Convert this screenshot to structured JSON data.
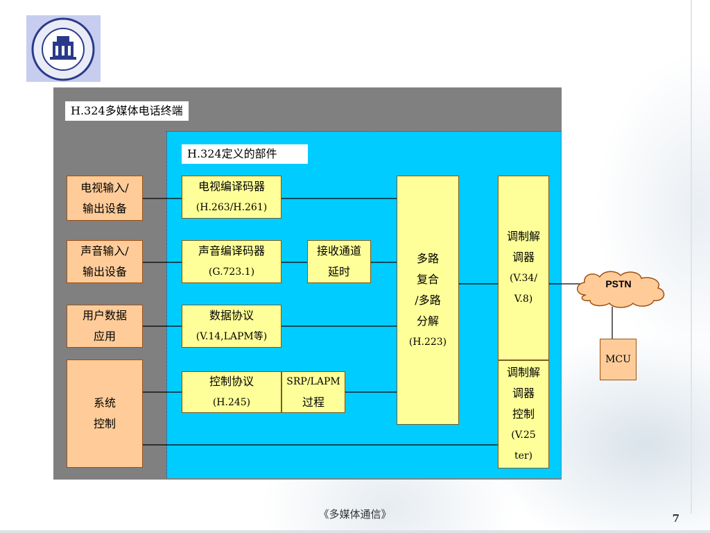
{
  "diagram": {
    "outer_title": "H.324多媒体电话终端",
    "inner_title": "H.324定义的部件",
    "devices": [
      {
        "lines": [
          "电视输入/",
          "输出设备"
        ]
      },
      {
        "lines": [
          "声音输入/",
          "输出设备"
        ]
      },
      {
        "lines": [
          "用户数据",
          "应用"
        ]
      },
      {
        "lines": [
          "系统",
          "控制"
        ]
      }
    ],
    "video_codec": {
      "lines": [
        "电视编译码器",
        "(H.263/H.261)"
      ]
    },
    "audio_codec": {
      "lines": [
        "声音编译码器",
        "(G.723.1)"
      ]
    },
    "receive_delay": {
      "lines": [
        "接收通道",
        "延时"
      ]
    },
    "data_protocol": {
      "lines": [
        "数据协议",
        "(V.14,LAPM等)"
      ]
    },
    "control_protocol": {
      "lines": [
        "控制协议",
        "(H.245)"
      ]
    },
    "srp": {
      "lines": [
        "SRP/LAPM",
        "过程"
      ]
    },
    "mux": {
      "lines": [
        "多路",
        "复合",
        "/多路",
        "分解",
        "(H.223)"
      ]
    },
    "modem": {
      "lines": [
        "调制解",
        "调器",
        "(V.34/",
        "V.8)"
      ]
    },
    "modem_control": {
      "lines": [
        "调制解",
        "调器",
        "控制",
        "(V.25",
        "ter)"
      ]
    },
    "pstn": "PSTN",
    "mcu": "MCU"
  },
  "footer": {
    "title": "《多媒体通信》",
    "page": "7"
  },
  "colors": {
    "gray_bg": "#808080",
    "cyan": "#00ccff",
    "yellow_box": "#ffff99",
    "peach_box": "#ffcc99",
    "logo_bg": "#c7cdee"
  }
}
